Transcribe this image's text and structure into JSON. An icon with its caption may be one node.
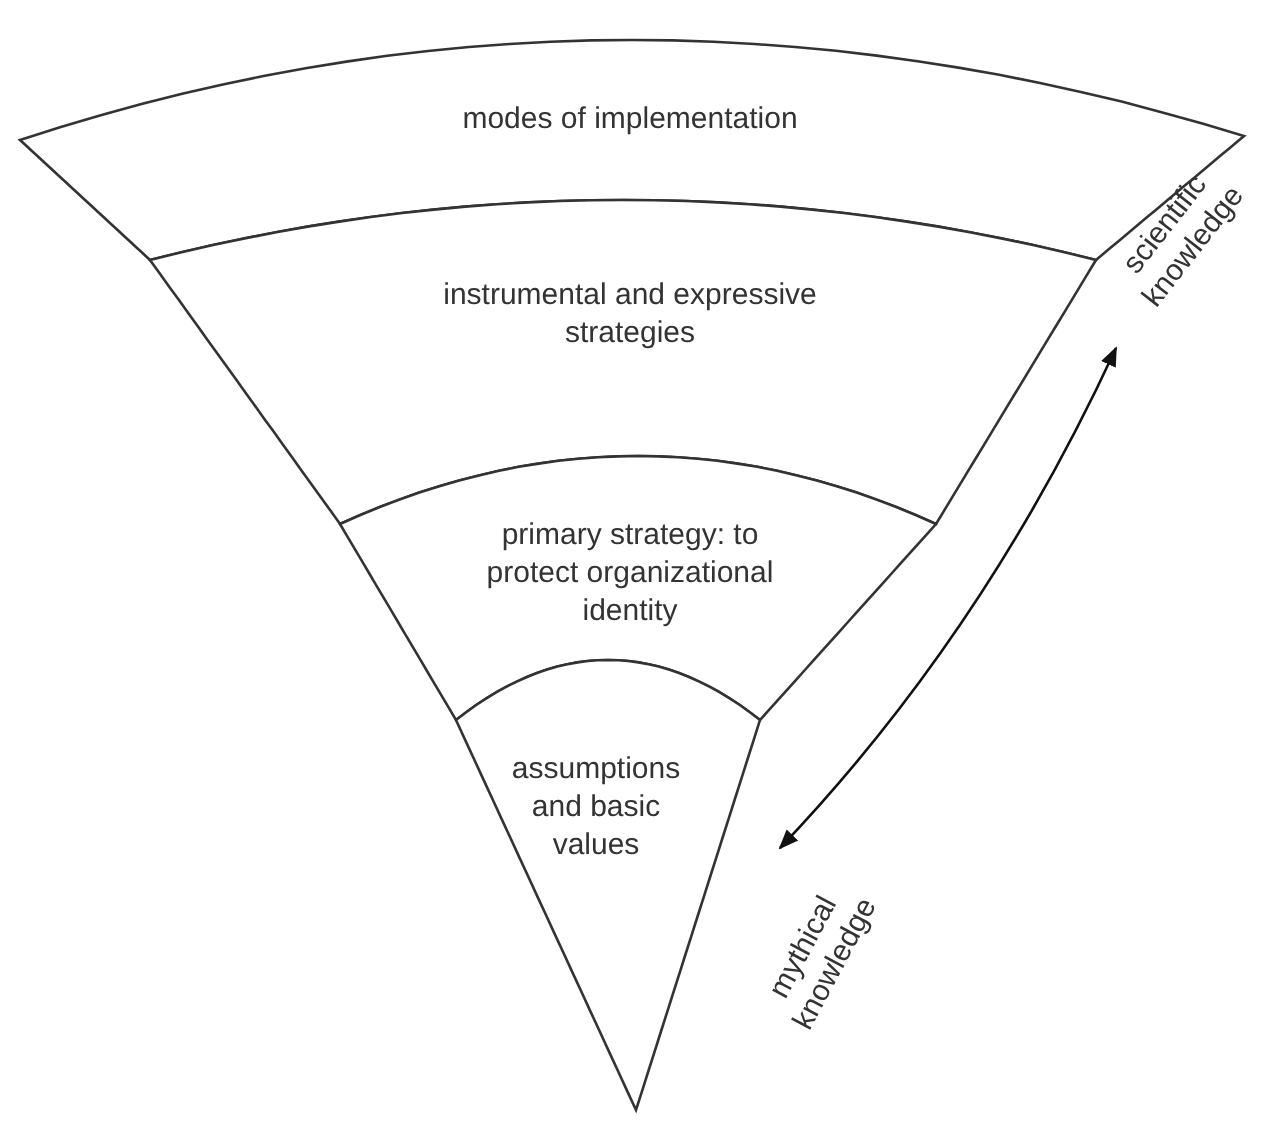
{
  "diagram": {
    "nodes": [
      {
        "text": [
          "modes of implementation"
        ]
      },
      {
        "text": [
          "instrumental and expressive strategies"
        ]
      },
      {
        "text": [
          "primary strategy: to protect organizational identity"
        ]
      },
      {
        "text": [
          "assumptions and basic values"
        ]
      },
      {
        "text": [
          "scientific knowledge"
        ]
      },
      {
        "text": [
          "mythical knowledge"
        ]
      }
    ],
    "edges": [
      {
        "from": 5,
        "to": 4,
        "arrow": "both"
      }
    ]
  }
}
